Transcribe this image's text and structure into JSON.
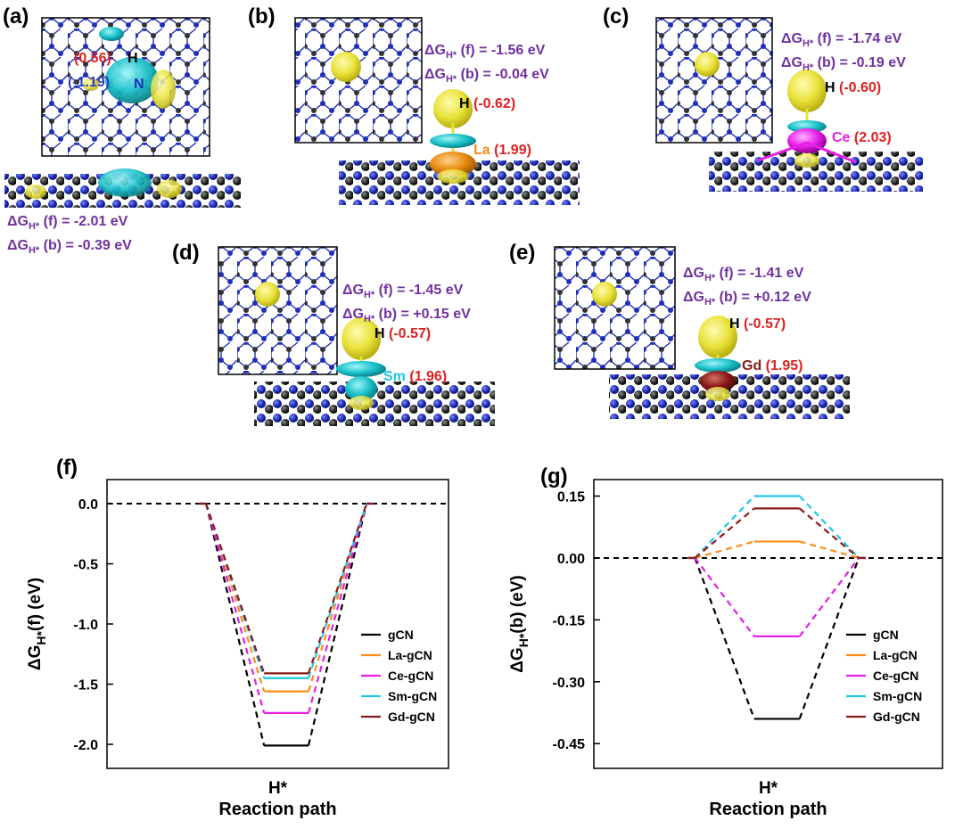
{
  "panels": {
    "a": {
      "label": "(a)",
      "charges": [
        "(0.56)",
        "(-1.19)"
      ],
      "atoms": [
        "H",
        "N"
      ],
      "energies": {
        "f_prefix": "ΔG",
        "sub": "H*",
        "f_rest": " (f) = -2.01 eV",
        "b_rest": " (b) = -0.39 eV"
      }
    },
    "b": {
      "label": "(b)",
      "h_atom": "H",
      "h_charge": "(-0.62)",
      "metal": "La",
      "metal_charge": "(1.99)",
      "energies": {
        "f_prefix": "ΔG",
        "sub": "H*",
        "f_rest": " (f) = -1.56 eV",
        "b_rest": " (b) = -0.04 eV"
      }
    },
    "c": {
      "label": "(c)",
      "h_atom": "H",
      "h_charge": "(-0.60)",
      "metal": "Ce",
      "metal_charge": "(2.03)",
      "energies": {
        "f_prefix": "ΔG",
        "sub": "H*",
        "f_rest": " (f) = -1.74 eV",
        "b_rest": " (b) = -0.19 eV"
      }
    },
    "d": {
      "label": "(d)",
      "h_atom": "H",
      "h_charge": "(-0.57)",
      "metal": "Sm",
      "metal_charge": "(1.96)",
      "energies": {
        "f_prefix": "ΔG",
        "sub": "H*",
        "f_rest": " (f) = -1.45 eV",
        "b_rest": " (b) = +0.15 eV"
      }
    },
    "e": {
      "label": "(e)",
      "h_atom": "H",
      "h_charge": "(-0.57)",
      "metal": "Gd",
      "metal_charge": "(1.95)",
      "energies": {
        "f_prefix": "ΔG",
        "sub": "H*",
        "f_rest": " (f) = -1.41 eV",
        "b_rest": " (b) = +0.12 eV"
      }
    }
  },
  "colors": {
    "gCN": "#000000",
    "La-gCN": "#ff8c1a",
    "Ce-gCN": "#e61ee6",
    "Sm-gCN": "#1ec8e6",
    "Gd-gCN": "#8b1a1a",
    "energy_text": "#7030a0",
    "charge_text": "#e02020",
    "nitrogen": "#1f2fb8",
    "carbon": "#333333",
    "iso_yellow": "#e8e23a",
    "iso_cyan": "#19c0c8"
  },
  "chart_data": [
    {
      "type": "line",
      "panel_label": "(f)",
      "title": "",
      "xlabel_top": "H*",
      "xlabel": "Reaction path",
      "ylabel_main": "ΔG",
      "ylabel_sub": "H*",
      "ylabel_rest": "(f) (eV)",
      "ylim": [
        -2.2,
        0.2
      ],
      "yticks": [
        0.0,
        -0.5,
        -1.0,
        -1.5,
        -2.0
      ],
      "ytick_labels": [
        "0.0",
        "-0.5",
        "-1.0",
        "-1.5",
        "-2.0"
      ],
      "grid": false,
      "legend_position": "bottom-right",
      "reference_line": 0.0,
      "series": [
        {
          "name": "gCN",
          "values": [
            0,
            -2.01,
            0
          ]
        },
        {
          "name": "La-gCN",
          "values": [
            0,
            -1.56,
            0
          ]
        },
        {
          "name": "Ce-gCN",
          "values": [
            0,
            -1.74,
            0
          ]
        },
        {
          "name": "Sm-gCN",
          "values": [
            0,
            -1.45,
            0
          ]
        },
        {
          "name": "Gd-gCN",
          "values": [
            0,
            -1.41,
            0
          ]
        }
      ]
    },
    {
      "type": "line",
      "panel_label": "(g)",
      "title": "",
      "xlabel_top": "H*",
      "xlabel": "Reaction path",
      "ylabel_main": "ΔG",
      "ylabel_sub": "H*",
      "ylabel_rest": "(b) (eV)",
      "ylim": [
        -0.51,
        0.19
      ],
      "yticks": [
        0.15,
        0.0,
        -0.15,
        -0.3,
        -0.45
      ],
      "ytick_labels": [
        "0.15",
        "0.00",
        "-0.15",
        "-0.30",
        "-0.45"
      ],
      "grid": false,
      "legend_position": "bottom-right",
      "reference_line": 0.0,
      "series": [
        {
          "name": "gCN",
          "values": [
            0,
            -0.39,
            0
          ]
        },
        {
          "name": "La-gCN",
          "values": [
            0,
            0.04,
            0
          ]
        },
        {
          "name": "Ce-gCN",
          "values": [
            0,
            -0.19,
            0
          ]
        },
        {
          "name": "Sm-gCN",
          "values": [
            0,
            0.15,
            0
          ]
        },
        {
          "name": "Gd-gCN",
          "values": [
            0,
            0.12,
            0
          ]
        }
      ]
    }
  ]
}
